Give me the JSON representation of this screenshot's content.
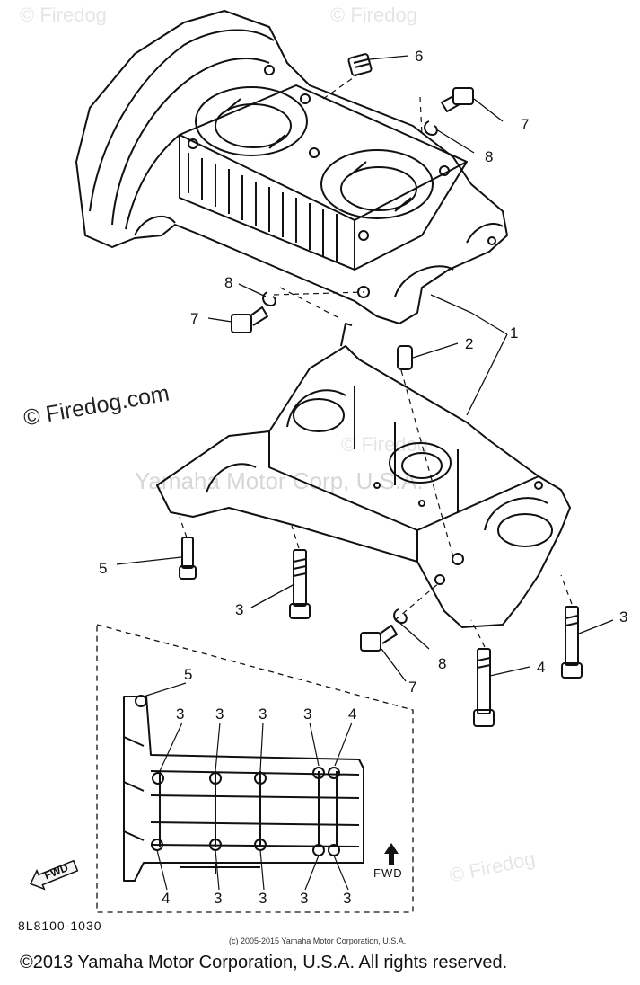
{
  "watermarks": {
    "firedog_main": "© Firedog.com",
    "yamaha": "Yamaha Motor Corp, U.S.A.",
    "firedog_faint": "© Firedog"
  },
  "callouts": {
    "c1": "1",
    "c2": "2",
    "c3": "3",
    "c4": "4",
    "c5": "5",
    "c6": "6",
    "c7": "7",
    "c8": "8"
  },
  "fwd": {
    "arrow_label": "FWD",
    "badge_label": "FWD"
  },
  "figure_code": "8L8100-1030",
  "copyright_small": "(c) 2005-2015 Yamaha Motor Corporation, U.S.A.",
  "copyright_main": "©2013 Yamaha Motor Corporation, U.S.A. All rights reserved.",
  "colors": {
    "line": "#111111",
    "watermark": "#bbbbbb"
  }
}
